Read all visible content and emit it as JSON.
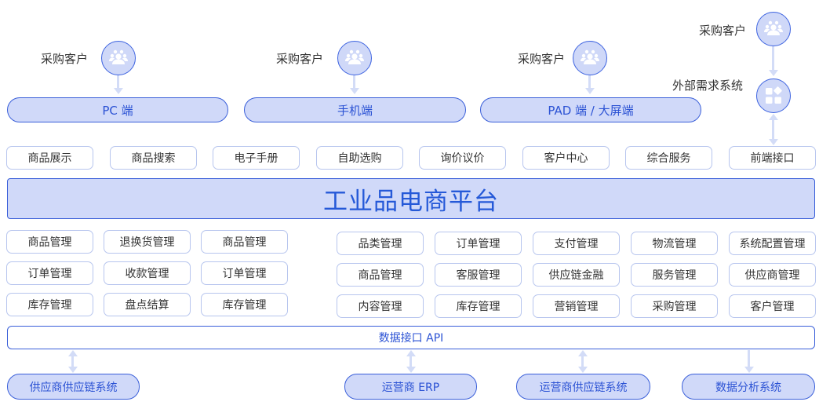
{
  "clients": [
    {
      "label": "采购客户",
      "channel": "PC 端"
    },
    {
      "label": "采购客户",
      "channel": "手机端"
    },
    {
      "label": "采购客户",
      "channel": "PAD 端 / 大屏端"
    }
  ],
  "external": {
    "customer_label": "采购客户",
    "system_label": "外部需求系统"
  },
  "frontend_features": [
    "商品展示",
    "商品搜索",
    "电子手册",
    "自助选购",
    "询价议价",
    "客户中心",
    "综合服务",
    "前端接口"
  ],
  "platform_title": "工业品电商平台",
  "supplier_modules": [
    [
      "商品管理",
      "退换货管理",
      "商品管理"
    ],
    [
      "订单管理",
      "收款管理",
      "订单管理"
    ],
    [
      "库存管理",
      "盘点结算",
      "库存管理"
    ]
  ],
  "operator_modules": [
    [
      "品类管理",
      "订单管理",
      "支付管理",
      "物流管理",
      "系统配置管理"
    ],
    [
      "商品管理",
      "客服管理",
      "供应链金融",
      "服务管理",
      "供应商管理"
    ],
    [
      "内容管理",
      "库存管理",
      "营销管理",
      "采购管理",
      "客户管理"
    ]
  ],
  "api_label": "数据接口 API",
  "backend_systems": [
    "供应商供应链系统",
    "运营商 ERP",
    "运营商供应链系统",
    "数据分析系统"
  ],
  "colors": {
    "accent": "#3a5fd9",
    "fill": "#d0d9f9",
    "text_accent": "#2559d8",
    "connector": "#d3dcf7"
  }
}
